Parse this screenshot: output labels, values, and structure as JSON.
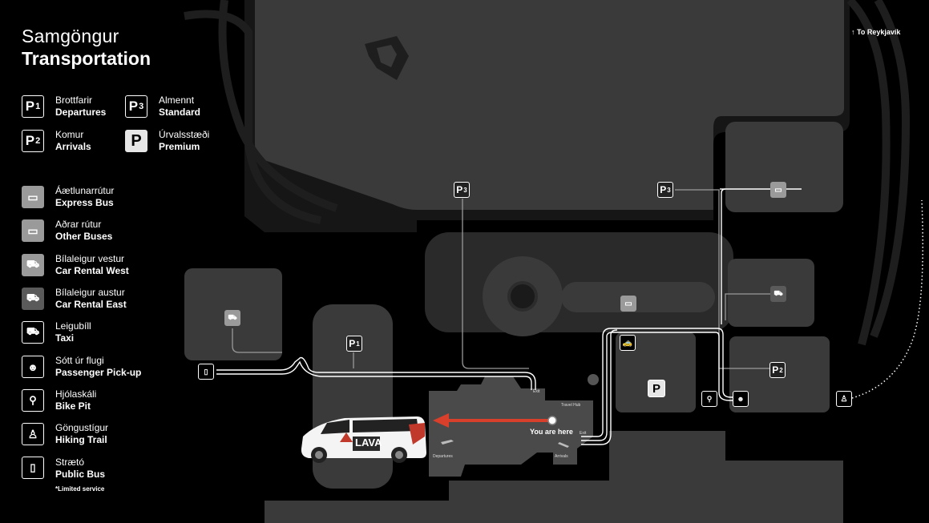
{
  "legend": {
    "title_is": "Samgöngur",
    "title_en": "Transportation",
    "parking": [
      {
        "icon": "p1-parking-icon",
        "is": "Brottfarir",
        "en": "Departures"
      },
      {
        "icon": "p3-parking-icon",
        "is": "Almennt",
        "en": "Standard"
      },
      {
        "icon": "p2-parking-icon",
        "is": "Komur",
        "en": "Arrivals"
      },
      {
        "icon": "premium-parking-icon",
        "is": "Úrvalsstæði",
        "en": "Premium"
      }
    ],
    "transport": [
      {
        "icon": "express-bus-icon",
        "is": "Áætlunarrútur",
        "en": "Express Bus"
      },
      {
        "icon": "other-bus-icon",
        "is": "Aðrar rútur",
        "en": "Other Buses"
      },
      {
        "icon": "car-rental-west-icon",
        "is": "Bílaleigur vestur",
        "en": "Car Rental West"
      },
      {
        "icon": "car-rental-east-icon",
        "is": "Bílaleigur austur",
        "en": "Car Rental East"
      },
      {
        "icon": "taxi-icon",
        "is": "Leigubíll",
        "en": "Taxi"
      },
      {
        "icon": "passenger-pickup-icon",
        "is": "Sótt úr flugi",
        "en": "Passenger Pick-up"
      },
      {
        "icon": "bike-pit-icon",
        "is": "Hjólaskáli",
        "en": "Bike Pit"
      },
      {
        "icon": "hiking-trail-icon",
        "is": "Göngustígur",
        "en": "Hiking Trail"
      },
      {
        "icon": "public-bus-icon",
        "is": "Strætó",
        "en": "Public Bus"
      }
    ],
    "note": "*Limited service"
  },
  "map": {
    "to_reykjavik": "To Reykjavík",
    "you_are_here": "You are here",
    "departures": "Departures",
    "arrivals": "Arrivals",
    "travel_hub": "Travel Hub",
    "exit": "Exit",
    "van_brand": "LAVA",
    "parking_labels": {
      "p1": "P",
      "p2": "P",
      "p3": "P",
      "premium": "P",
      "p1_sub": "1",
      "p2_sub": "2",
      "p3_sub": "3"
    }
  },
  "colors": {
    "route_red": "#d9402b",
    "background": "#000000",
    "block": "#3a3a3a",
    "road": "#1c1c1c"
  }
}
